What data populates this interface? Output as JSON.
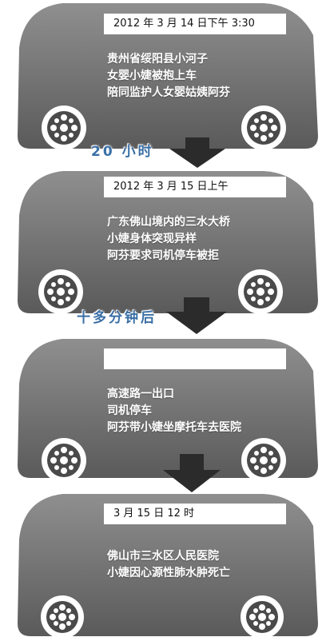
{
  "stages": [
    {
      "timestamp": "2012 年 3 月 14 日下午 3:30",
      "lines": [
        "贵州省绥阳县小河子",
        "女婴小婕被抱上车",
        "陪同监护人女婴姑姨阿芬"
      ]
    },
    {
      "timestamp": "2012 年 3 月 15 日上午",
      "lines": [
        "广东佛山境内的三水大桥",
        "小婕身体突现异样",
        "阿芬要求司机停车被拒"
      ]
    },
    {
      "timestamp": "",
      "lines": [
        "高速路一出口",
        "司机停车",
        "阿芬带小婕坐摩托车去医院"
      ]
    },
    {
      "timestamp": "3 月 15 日 12 时",
      "lines": [
        "佛山市三水区人民医院",
        "小婕因心源性肺水肿死亡"
      ]
    }
  ],
  "connectors": [
    {
      "label": "20 小时"
    },
    {
      "label": "十多分钟后"
    },
    {
      "label": ""
    }
  ],
  "colors": {
    "bus_body_top": "#8a8a8a",
    "bus_body_bottom": "#5e5e5e",
    "wheel": "#4a4a4a",
    "arrow": "#2b2b2b",
    "connector_text": "#3a6fa6"
  }
}
